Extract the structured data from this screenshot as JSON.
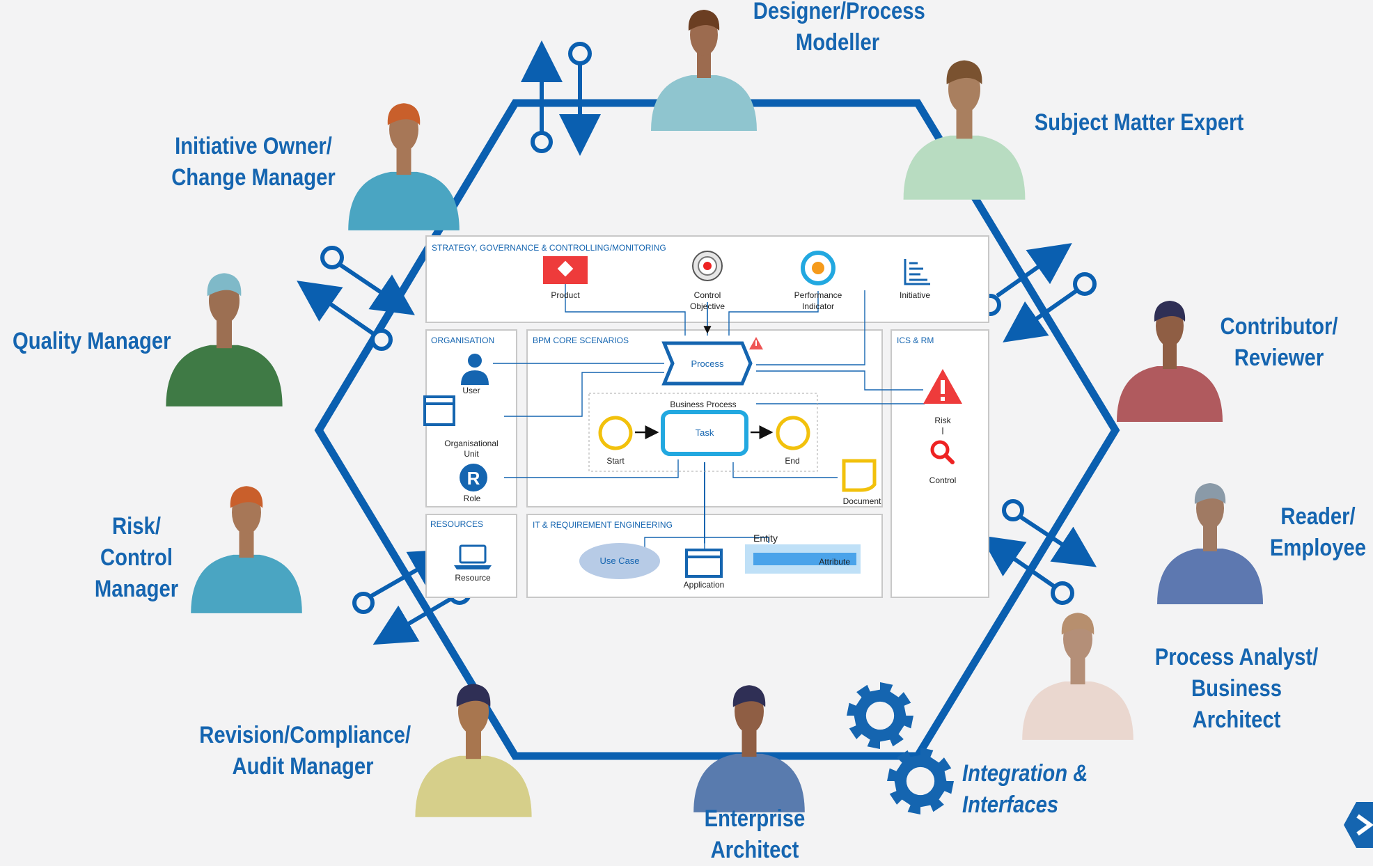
{
  "colors": {
    "primary_blue": "#1565b0",
    "hexagon_blue": "#0a5fb0",
    "background": "#f3f3f4",
    "accent_red": "#ee3b3b",
    "accent_yellow": "#f2c10c",
    "accent_cyan": "#22a8e0"
  },
  "roles": {
    "designer": [
      "Designer/Process",
      "Modeller"
    ],
    "sme": [
      "Subject Matter Expert"
    ],
    "initiative_owner": [
      "Initiative Owner/",
      "Change Manager"
    ],
    "quality_manager": [
      "Quality Manager"
    ],
    "contributor": [
      "Contributor/",
      "Reviewer"
    ],
    "risk_control": [
      "Risk/",
      "Control",
      "Manager"
    ],
    "reader": [
      "Reader/",
      "Employee"
    ],
    "process_analyst": [
      "Process Analyst/",
      "Business",
      "Architect"
    ],
    "revision": [
      "Revision/Compliance/",
      "Audit Manager"
    ],
    "enterprise_architect": [
      "Enterprise",
      "Architect"
    ],
    "integration": [
      "Integration &",
      "Interfaces"
    ]
  },
  "panels": {
    "strategy": {
      "title": "STRATEGY, GOVERNANCE & CONTROLLING/MONITORING",
      "product": "Product",
      "control_objective": [
        "Control",
        "Objective"
      ],
      "performance_indicator": [
        "Performance",
        "Indicator"
      ],
      "initiative": "Initiative"
    },
    "organisation": {
      "title": "ORGANISATION",
      "user": "User",
      "org_unit": [
        "Organisational",
        "Unit"
      ],
      "role": "Role",
      "role_glyph": "R"
    },
    "bpm": {
      "title": "BPM CORE SCENARIOS",
      "process": "Process",
      "business_process": "Business Process",
      "task": "Task",
      "start": "Start",
      "end": "End",
      "document": "Document"
    },
    "ics": {
      "title": "ICS & RM",
      "risk": "Risk",
      "control": "Control"
    },
    "resources": {
      "title": "RESOURCES",
      "resource": "Resource"
    },
    "it": {
      "title": "IT & REQUIREMENT ENGINEERING",
      "use_case": "Use Case",
      "application": "Application",
      "entity": "Entity",
      "attribute": "Attribute"
    }
  },
  "icons": {
    "interface": "interface-arrow-icon",
    "gear": "gear-icon",
    "brand": "brand-logo-icon"
  }
}
